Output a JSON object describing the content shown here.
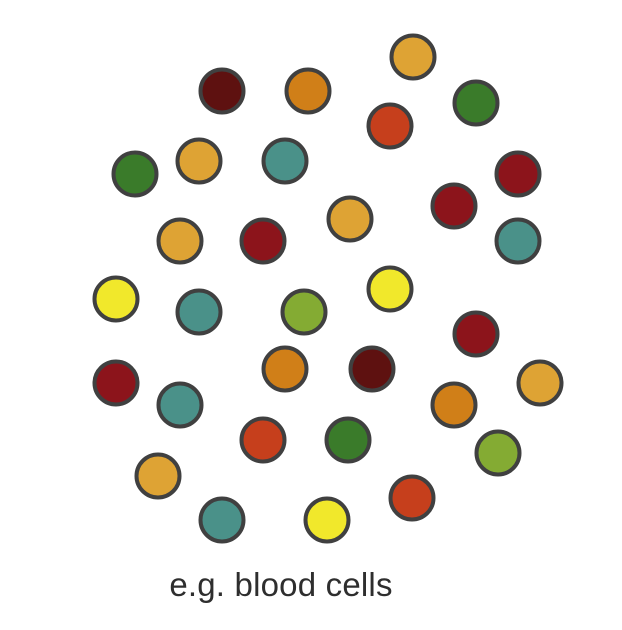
{
  "caption": "e.g. blood cells",
  "palette": {
    "maroon": "#5e1110",
    "red": "#8c141b",
    "orange-red": "#c63f1c",
    "orange": "#d07f18",
    "gold": "#dea334",
    "yellow": "#f1e82b",
    "lime": "#84ab33",
    "green": "#3a7b2a",
    "teal": "#4a9189",
    "outline": "#404040"
  },
  "cells": [
    {
      "color": "gold"
    },
    {
      "color": "maroon"
    },
    {
      "color": "orange"
    },
    {
      "color": "green"
    },
    {
      "color": "orange-red"
    },
    {
      "color": "green"
    },
    {
      "color": "gold"
    },
    {
      "color": "teal"
    },
    {
      "color": "red"
    },
    {
      "color": "gold"
    },
    {
      "color": "red"
    },
    {
      "color": "gold"
    },
    {
      "color": "red"
    },
    {
      "color": "teal"
    },
    {
      "color": "yellow"
    },
    {
      "color": "yellow"
    },
    {
      "color": "teal"
    },
    {
      "color": "lime"
    },
    {
      "color": "red"
    },
    {
      "color": "red"
    },
    {
      "color": "orange"
    },
    {
      "color": "maroon"
    },
    {
      "color": "gold"
    },
    {
      "color": "teal"
    },
    {
      "color": "orange"
    },
    {
      "color": "orange-red"
    },
    {
      "color": "green"
    },
    {
      "color": "lime"
    },
    {
      "color": "gold"
    },
    {
      "color": "orange-red"
    },
    {
      "color": "teal"
    },
    {
      "color": "yellow"
    }
  ]
}
